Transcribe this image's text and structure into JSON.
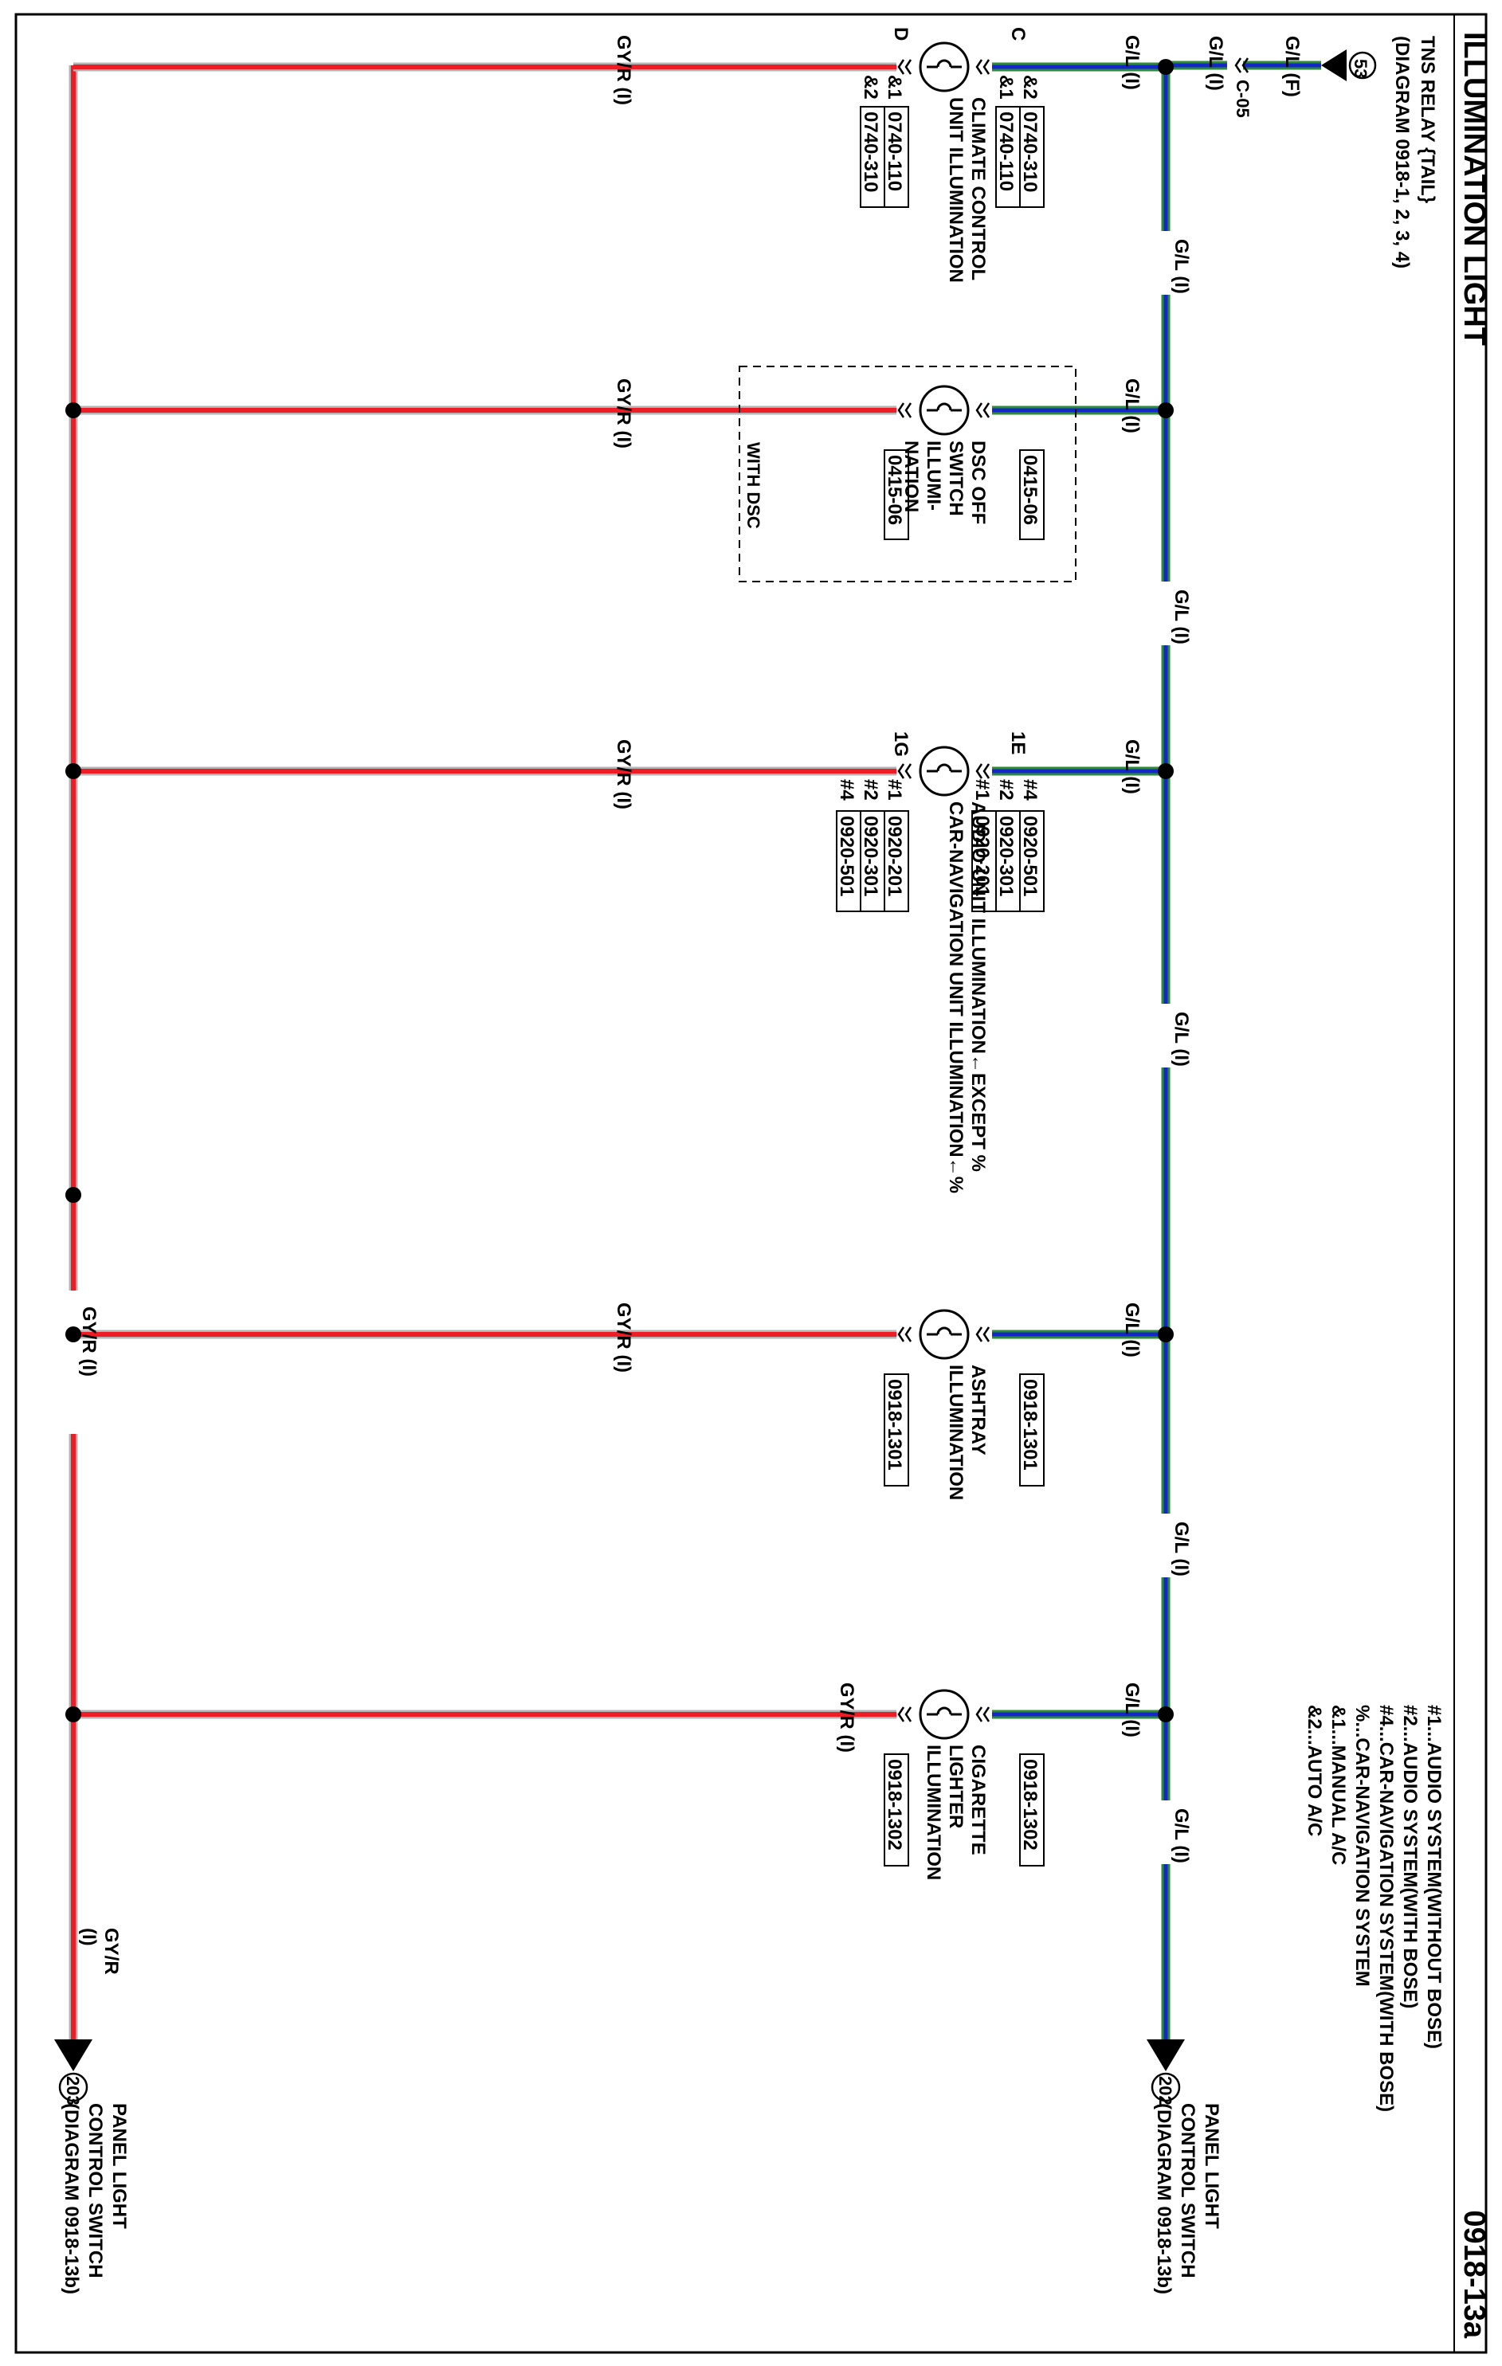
{
  "title": "ILLUMINATION LIGHT",
  "page_code": "0918-13a",
  "source": {
    "circle": "53",
    "lines": [
      "TNS RELAY {TAIL}",
      "(DIAGRAM 0918-1, 2, 3, 4)"
    ],
    "connector": "C-05",
    "wire_f": "G/L (F)",
    "wire_i": "G/L (I)"
  },
  "destination_top": {
    "circle": "202",
    "lines": [
      "PANEL LIGHT",
      "CONTROL SWITCH",
      "(DIAGRAM 0918-13b)"
    ]
  },
  "destination_bottom": {
    "circle": "203",
    "lines": [
      "PANEL LIGHT",
      "CONTROL SWITCH",
      "(DIAGRAM 0918-13b)"
    ],
    "wire": [
      "GY/R",
      "(I)"
    ]
  },
  "wires": {
    "gl": "G/L (I)",
    "gyr": "GY/R (I)"
  },
  "branches": [
    {
      "name_lines": [
        "CLIMATE CONTROL",
        "UNIT ILLUMINATION"
      ],
      "pin_in": "C",
      "pin_out": "D",
      "codes_in": [
        {
          "tag": "&2",
          "code": "0740-310"
        },
        {
          "tag": "&1",
          "code": "0740-110"
        }
      ],
      "codes_out": [
        {
          "tag": "&1",
          "code": "0740-110"
        },
        {
          "tag": "&2",
          "code": "0740-310"
        }
      ]
    },
    {
      "name_lines": [
        "DSC OFF",
        "SWITCH",
        "ILLUMI-",
        "NATION"
      ],
      "pin_in": "",
      "pin_out": "",
      "codes_in": [
        {
          "tag": "",
          "code": "0415-06"
        }
      ],
      "codes_out": [
        {
          "tag": "",
          "code": "0415-06"
        }
      ],
      "option": "WITH DSC"
    },
    {
      "name_lines": [
        "AUDIO UNIT ILLUMINATION←EXCEPT %",
        "CAR-NAVIGATION UNIT ILLUMINATION←%"
      ],
      "pin_in": "1E",
      "pin_out": "1G",
      "codes_in": [
        {
          "tag": "#4",
          "code": "0920-501"
        },
        {
          "tag": "#2",
          "code": "0920-301"
        },
        {
          "tag": "#1",
          "code": "0920-201"
        }
      ],
      "codes_out": [
        {
          "tag": "#1",
          "code": "0920-201"
        },
        {
          "tag": "#2",
          "code": "0920-301"
        },
        {
          "tag": "#4",
          "code": "0920-501"
        }
      ]
    },
    {
      "name_lines": [
        "ASHTRAY",
        "ILLUMINATION"
      ],
      "pin_in": "",
      "pin_out": "",
      "codes_in": [
        {
          "tag": "",
          "code": "0918-1301"
        }
      ],
      "codes_out": [
        {
          "tag": "",
          "code": "0918-1301"
        }
      ]
    },
    {
      "name_lines": [
        "CIGARETTE",
        "LIGHTER",
        "ILLUMINATION"
      ],
      "pin_in": "",
      "pin_out": "",
      "codes_in": [
        {
          "tag": "",
          "code": "0918-1302"
        }
      ],
      "codes_out": [
        {
          "tag": "",
          "code": "0918-1302"
        }
      ]
    }
  ],
  "legend": [
    "#1...AUDIO SYSTEM(WITHOUT BOSE)",
    "#2...AUDIO SYSTEM(WITH BOSE)",
    "#4...CAR-NAVIGATION SYSTEM(WITH BOSE)",
    "%...CAR-NAVIGATION SYSTEM",
    "&1...MANUAL A/C",
    "&2...AUTO A/C"
  ],
  "colors": {
    "gl_blue": "#1428c8",
    "gl_green": "#2e8b3a",
    "gyr_red": "#ee1c24",
    "gyr_gray": "#b4b4b4"
  }
}
